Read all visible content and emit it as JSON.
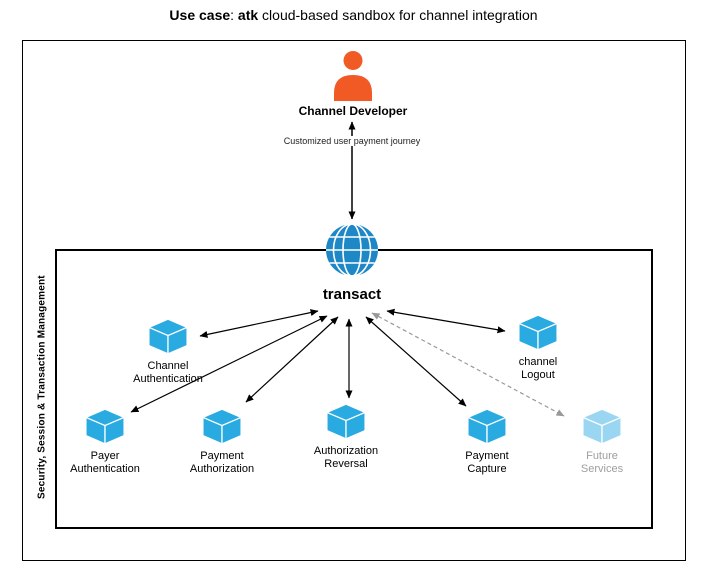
{
  "title": {
    "use_case": "Use case",
    "sep": ": ",
    "product": "atk",
    "rest": " cloud-based sandbox for channel integration"
  },
  "actor": {
    "label": "Channel Developer",
    "note": "Customized user payment journey"
  },
  "boundary_label": "Security, Session & Transaction Management",
  "hub_label": "transact",
  "nodes": {
    "channel_auth": "Channel\nAuthentication",
    "channel_logout": "channel\nLogout",
    "payer_auth": "Payer\nAuthentication",
    "payment_authorization": "Payment\nAuthorization",
    "authorization_reversal": "Authorization\nReversal",
    "payment_capture": "Payment\nCapture",
    "future_services": "Future\nServices"
  },
  "colors": {
    "cube_blue": "#29ABE2",
    "future_blue": "#9AD6F2",
    "future_text": "#9e9e9e",
    "person_orange": "#F15A24",
    "globe_blue": "#1E88C7",
    "arrow_black": "#000000",
    "dashed_gray": "#999999"
  }
}
